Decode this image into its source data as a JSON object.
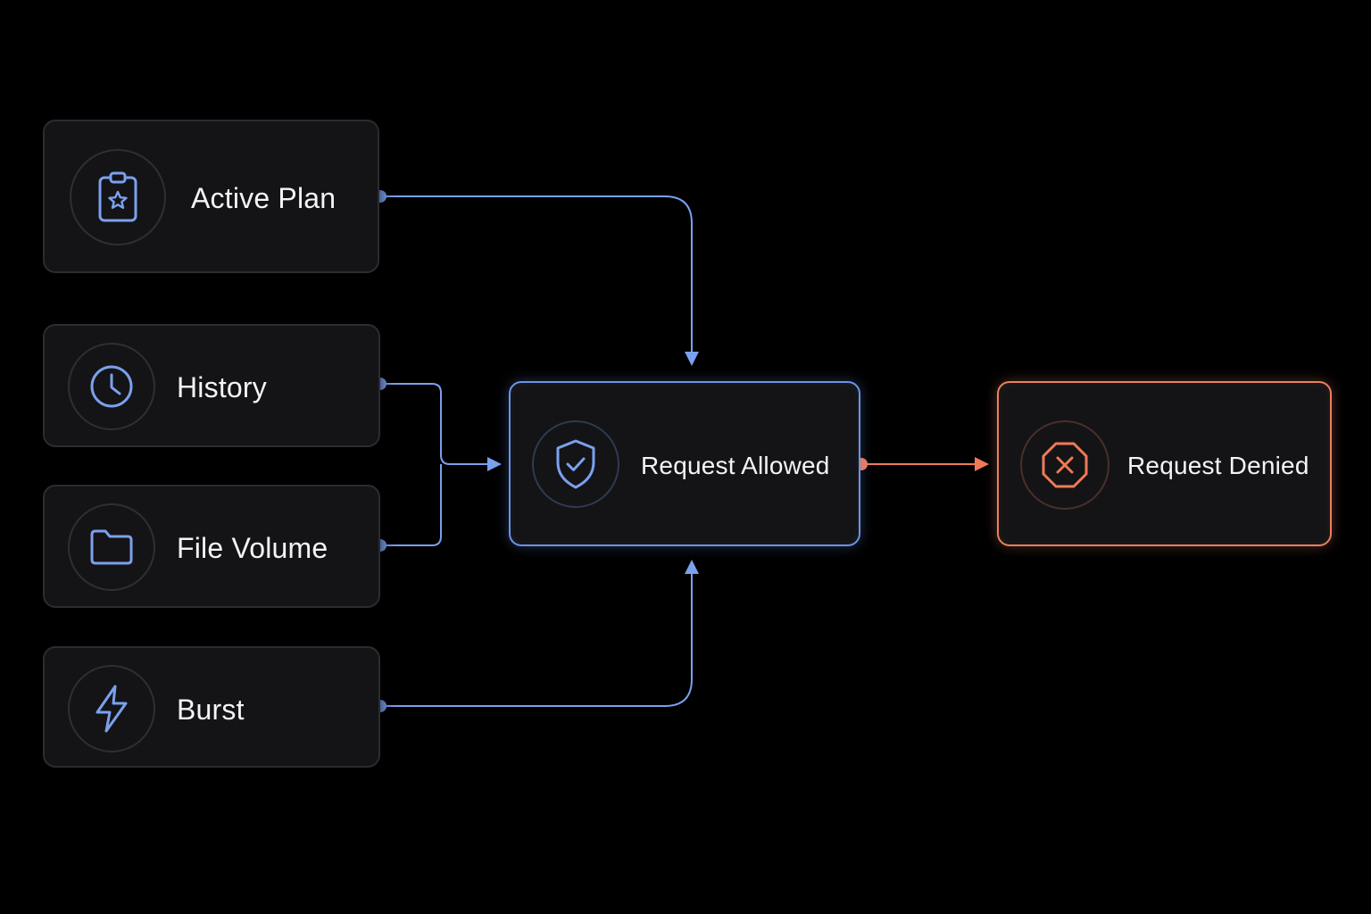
{
  "colors": {
    "background": "#000000",
    "node_fill": "#141416",
    "node_border": "#2b2b31",
    "accent_blue": "#7ba0ee",
    "accent_orange": "#ef7a57",
    "text": "#f3f4f6"
  },
  "inputs": [
    {
      "id": "active-plan",
      "label": "Active Plan",
      "icon": "clipboard-star-icon"
    },
    {
      "id": "history",
      "label": "History",
      "icon": "clock-icon"
    },
    {
      "id": "file-volume",
      "label": "File Volume",
      "icon": "folder-icon"
    },
    {
      "id": "burst",
      "label": "Burst",
      "icon": "lightning-icon"
    }
  ],
  "decision": {
    "label": "Request Allowed",
    "icon": "shield-check-icon"
  },
  "outcome": {
    "label": "Request Denied",
    "icon": "octagon-x-icon"
  }
}
